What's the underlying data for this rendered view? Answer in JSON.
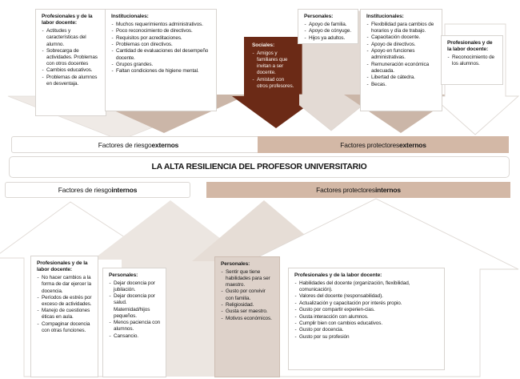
{
  "diagram": {
    "center_title": "LA ALTA RESILIENCIA DEL PROFESOR UNIVERSITARIO",
    "banners": {
      "risk_external_lead": "Factores de riesgo ",
      "risk_external_bold": "externos",
      "protective_external_lead": "Factores protectores ",
      "protective_external_bold": "externos",
      "risk_internal_lead": "Factores de riesgo ",
      "risk_internal_bold": "internos",
      "protective_internal_lead": "Factores protectores ",
      "protective_internal_bold": "internos"
    },
    "colors": {
      "dark_red": "#6b2a16",
      "banner_fill": "#d3b8a6",
      "tint_box": "#ded2ca",
      "arrow_tan": "#cbb6a8",
      "arrow_pale": "#e9e2dc"
    },
    "top_boxes": {
      "risk_professional": {
        "title": "Profesionales y de la labor docente:",
        "items": [
          "Actitudes y características del alumno.",
          "Sobrecarga de actividades. Problemas con otros docentes",
          "Cambios educativos.",
          "Problemas de alumnos en desventaja."
        ]
      },
      "risk_institutional": {
        "title": "Institucionales:",
        "items": [
          "Muchos requerimientos administrativos.",
          "Poco reconocimiento de directivos.",
          "Requisitos por acreditaciones.",
          "Problemas con directivos.",
          "Cantidad de evaluaciones del desempeño docente.",
          "Grupos grandes.",
          "Faltan condiciones de higiene mental."
        ]
      },
      "protective_social": {
        "title": "Sociales:",
        "items": [
          "Amigos y familiares que invitan a ser docente.",
          "Amistad con otros profesores."
        ]
      },
      "protective_personal": {
        "title": "Personales:",
        "items": [
          "Apoyo de familia.",
          "Apoyo de cónyuge.",
          "Hijos ya adultos."
        ]
      },
      "protective_institutional": {
        "title": "Institucionales:",
        "items": [
          "Flexibilidad para cambios de horarios y día de trabajo.",
          "Capacitación docente.",
          "Apoyo de directivos.",
          "Apoyo en funciones administrativas.",
          "Remuneración económica adecuada.",
          "Libertad de cátedra.",
          "Becas."
        ]
      },
      "protective_professional": {
        "title": "Profesionales y de la labor docente:",
        "items": [
          "Reconocimiento de los alumnos."
        ]
      }
    },
    "bottom_boxes": {
      "risk_professional": {
        "title": "Profesionales y de la labor docente:",
        "items": [
          "No hacer cambios a la forma de dar ejercer la docencia.",
          "Períodos de estrés por exceso de actividades.",
          "Manejo de cuestiones éticas en aula.",
          "Compaginar docencia con otras funciones."
        ]
      },
      "risk_personal": {
        "title": "Personales:",
        "items": [
          "Dejar docencia por jubilación.",
          "Dejar docencia por salud. Maternidad/hijos pequeños.",
          "Menos paciencia con alumnos.",
          "Cansancio."
        ]
      },
      "protective_personal": {
        "title": "Personales:",
        "items": [
          "Sentir que tiene habilidades para ser maestro.",
          "Gusto por convivir con familia.",
          "Religiosidad.",
          "Gusta ser maestro.",
          "Motivos económicos."
        ]
      },
      "protective_professional": {
        "title": "Profesionales y de la labor docente:",
        "items": [
          "Habilidades del docente (organización, flexibilidad, comunicación).",
          "Valores del docente (responsabilidad).",
          "Actualización y capacitación por interés propio.",
          "Gusto por compartir experien-cias.",
          "Gusta interacción con alumnos.",
          "Cumplir bien con cambios educativos.",
          "Gusto por docencia.",
          "Gusto por su profesión"
        ]
      }
    }
  }
}
